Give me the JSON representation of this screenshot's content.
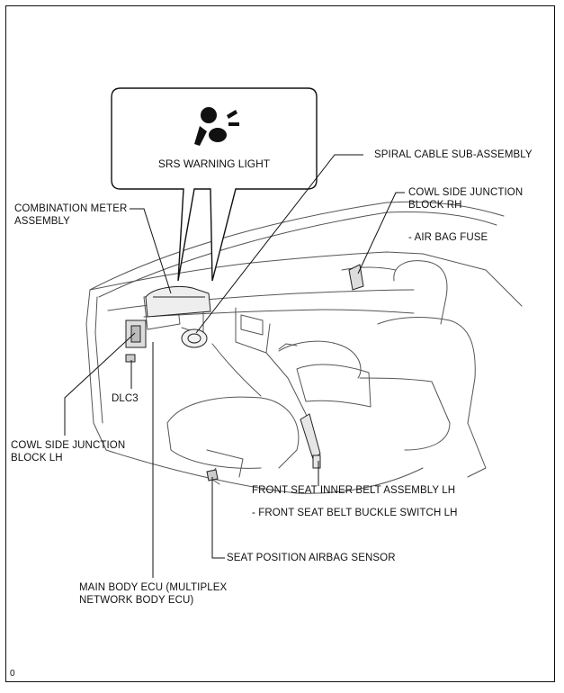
{
  "warning_box": {
    "title": "SRS WARNING LIGHT",
    "icon": "airbag-warning-icon"
  },
  "labels": {
    "spiral_cable": "SPIRAL CABLE SUB-ASSEMBLY",
    "combination_meter": [
      "COMBINATION METER",
      "ASSEMBLY"
    ],
    "cowl_rh": [
      "COWL SIDE JUNCTION",
      "BLOCK  RH"
    ],
    "air_bag_fuse": "- AIR BAG FUSE",
    "dlc3": "DLC3",
    "cowl_lh": [
      "COWL SIDE JUNCTION",
      "BLOCK LH"
    ],
    "front_seat_belt": "FRONT SEAT INNER BELT ASSEMBLY LH",
    "buckle_switch": "- FRONT SEAT BELT BUCKLE SWITCH LH",
    "seat_position_sensor": "SEAT POSITION AIRBAG SENSOR",
    "main_body_ecu": [
      "MAIN BODY ECU (MULTIPLEX",
      "NETWORK BODY ECU)"
    ]
  },
  "corner_code": "0"
}
